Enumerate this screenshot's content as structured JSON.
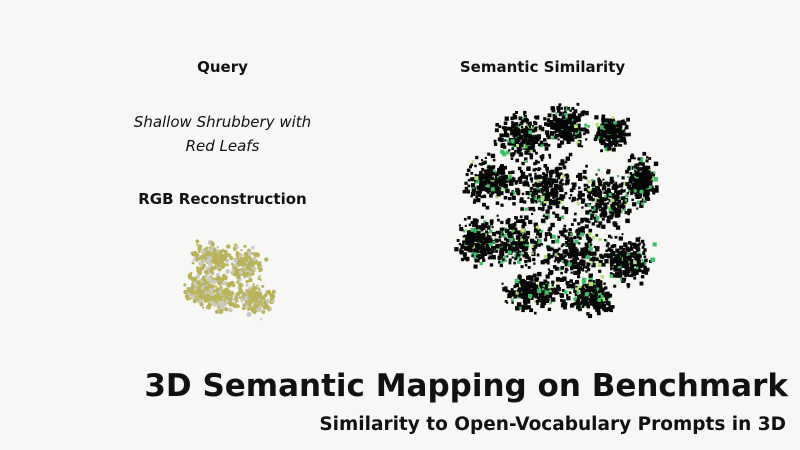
{
  "query": {
    "heading": "Query",
    "text_lines": [
      "Shallow Shrubbery with",
      "Red Leafs"
    ]
  },
  "semantic_similarity": {
    "heading": "Semantic Similarity"
  },
  "rgb_reconstruction": {
    "heading": "RGB Reconstruction"
  },
  "footer": {
    "title": "3D Semantic Mapping on Benchmark",
    "subtitle": "Similarity to Open-Vocabulary Prompts in 3D"
  },
  "colors": {
    "background": "#f7f7f5",
    "text": "#111111",
    "point_dark": "#060606",
    "point_highlight": "#3fbf6a",
    "point_highlight_light": "#b7e27a",
    "rgb_foliage": "#b9b35a",
    "rgb_foliage_grey": "#c9c9c0"
  }
}
